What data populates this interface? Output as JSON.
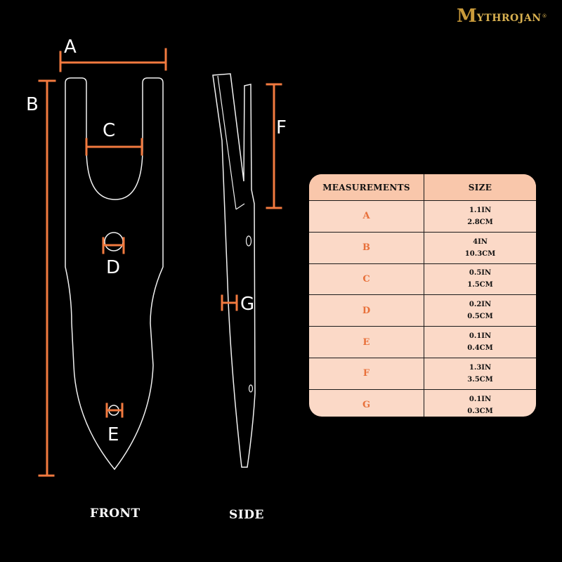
{
  "brand": {
    "initial": "M",
    "rest": "YTHROJAN",
    "registered": "®"
  },
  "labels": {
    "a": "A",
    "b": "B",
    "c": "C",
    "d": "D",
    "e": "E",
    "f": "F",
    "g": "G"
  },
  "views": {
    "front": "FRONT",
    "side": "SIDE"
  },
  "table": {
    "header_measurements": "MEASUREMENTS",
    "header_size": "SIZE",
    "rows": [
      {
        "label": "A",
        "inch": "1.1IN",
        "cm": "2.8CM"
      },
      {
        "label": "B",
        "inch": "4IN",
        "cm": "10.3CM"
      },
      {
        "label": "C",
        "inch": "0.5IN",
        "cm": "1.5CM"
      },
      {
        "label": "D",
        "inch": "0.2IN",
        "cm": "0.5CM"
      },
      {
        "label": "E",
        "inch": "0.1IN",
        "cm": "0.4CM"
      },
      {
        "label": "F",
        "inch": "1.3IN",
        "cm": "3.5CM"
      },
      {
        "label": "G",
        "inch": "0.1IN",
        "cm": "0.3CM"
      }
    ]
  },
  "colors": {
    "dimension": "#f27a3f",
    "background": "#000000",
    "table_bg": "#fbd9c7",
    "table_header": "#f9c7ab",
    "brand": "#c99a3a"
  }
}
